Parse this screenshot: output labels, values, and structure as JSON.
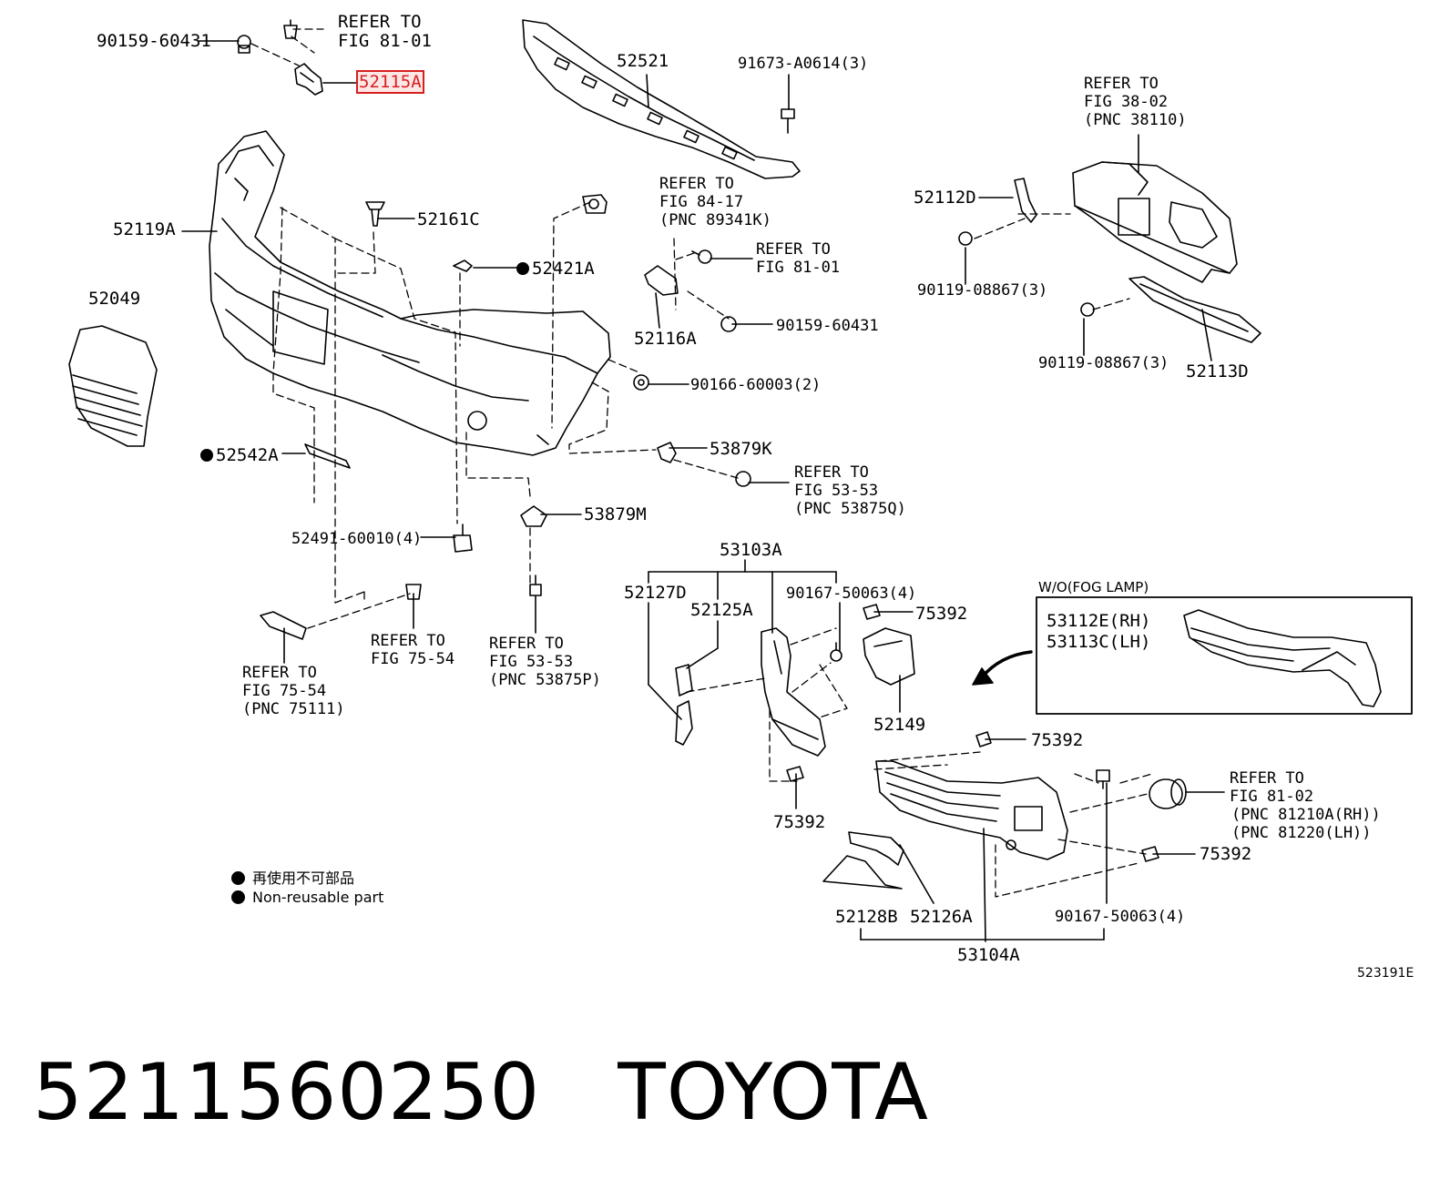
{
  "diagram": {
    "labels": {
      "p_90159_60431_a": "90159-60431",
      "refer_81_01_a": "REFER TO\nFIG 81-01",
      "p_52115A": "52115A",
      "p_52521": "52521",
      "p_91673": "91673-A0614(3)",
      "refer_38_02": "REFER TO\nFIG 38-02\n(PNC 38110)",
      "p_52119A": "52119A",
      "p_52161C": "52161C",
      "refer_84_17": "REFER TO\nFIG 84-17\n(PNC 89341K)",
      "p_52112D": "52112D",
      "refer_81_01_b": "REFER TO\nFIG 81-01",
      "p_52049": "52049",
      "p_52421A": "52421A",
      "p_90119_a": "90119-08867(3)",
      "p_90159_60431_b": "90159-60431",
      "p_52116A": "52116A",
      "p_90119_b": "90119-08867(3)",
      "p_52113D": "52113D",
      "p_90166": "90166-60003(2)",
      "p_53879K": "53879K",
      "p_52542A": "52542A",
      "refer_53_53_a": "REFER TO\nFIG 53-53\n(PNC 53875Q)",
      "p_53879M": "53879M",
      "p_52491": "52491-60010(4)",
      "p_53103A": "53103A",
      "p_52127D": "52127D",
      "p_52125A": "52125A",
      "p_90167_a": "90167-50063(4)",
      "p_75392_a": "75392",
      "refer_75_54_a": "REFER TO\nFIG 75-54",
      "refer_53_53_b": "REFER TO\nFIG 53-53\n(PNC 53875P)",
      "refer_75_54_b": "REFER TO\nFIG 75-54\n(PNC 75111)",
      "p_53112E": "53112E(RH)",
      "p_53113C": "53113C(LH)",
      "p_52149": "52149",
      "p_75392_b": "75392",
      "p_75392_c": "75392",
      "refer_81_02": "REFER TO\nFIG 81-02",
      "pnc_81210": "(PNC 81210A(RH))\n(PNC 81220(LH))",
      "p_75392_d": "75392",
      "p_52128B": "52128B",
      "p_52126A": "52126A",
      "p_90167_b": "90167-50063(4)",
      "p_53104A": "53104A"
    },
    "inset_title": "W/O(FOG LAMP)",
    "legend": {
      "jp": "再使用不可部品",
      "en": "Non-reusable part"
    },
    "figure_code": "523191E"
  },
  "footer": {
    "part_number": "5211560250",
    "brand": "TOYOTA"
  }
}
